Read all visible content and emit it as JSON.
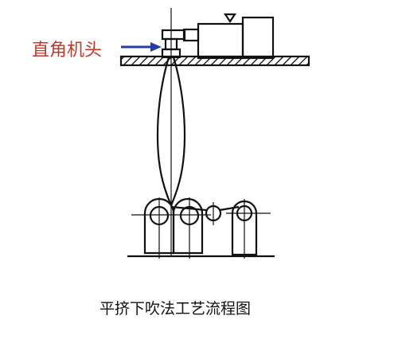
{
  "labels": {
    "die_head": "直角机头",
    "caption": "平挤下吹法工艺流程图"
  },
  "colors": {
    "label": "#c0392b",
    "arrow": "#1f3fa6",
    "line": "#111111",
    "background": "#ffffff"
  },
  "components": [
    "right-angle-die-head",
    "extruder",
    "hopper",
    "support-platform",
    "film-bubble",
    "nip-rollers",
    "guide-roller",
    "take-up-roller",
    "base-frame"
  ]
}
